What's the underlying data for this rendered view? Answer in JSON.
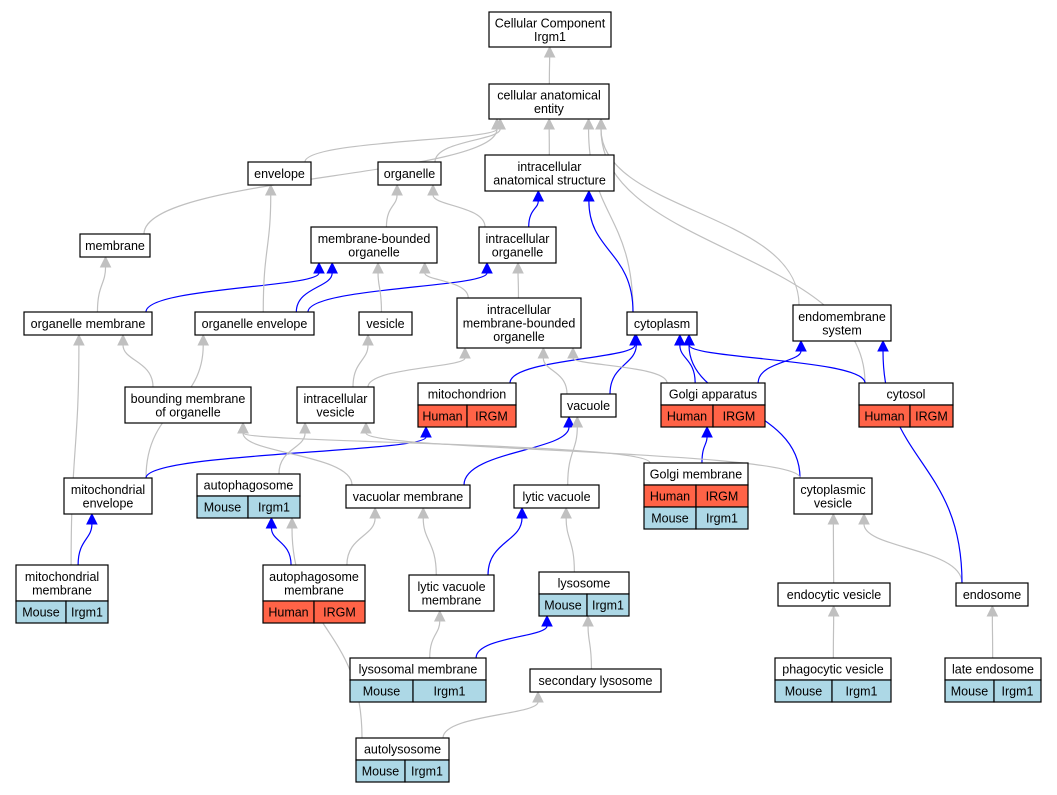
{
  "colors": {
    "human": "#ff6347",
    "mouse": "#add8e6",
    "edge_gray": "#c0c0c0",
    "edge_blue": "#0000ff"
  },
  "nodes": {
    "root": {
      "lines": [
        "Cellular Component",
        "Irgm1"
      ]
    },
    "cae": {
      "lines": [
        "cellular anatomical",
        "entity"
      ]
    },
    "envelope": {
      "lines": [
        "envelope"
      ]
    },
    "organelle": {
      "lines": [
        "organelle"
      ]
    },
    "ias": {
      "lines": [
        "intracellular",
        "anatomical structure"
      ]
    },
    "membrane": {
      "lines": [
        "membrane"
      ]
    },
    "mbo": {
      "lines": [
        "membrane-bounded",
        "organelle"
      ]
    },
    "io": {
      "lines": [
        "intracellular",
        "organelle"
      ]
    },
    "orgmem": {
      "lines": [
        "organelle membrane"
      ]
    },
    "orgenv": {
      "lines": [
        "organelle envelope"
      ]
    },
    "vesicle": {
      "lines": [
        "vesicle"
      ]
    },
    "imbo": {
      "lines": [
        "intracellular",
        "membrane-bounded",
        "organelle"
      ]
    },
    "cytoplasm": {
      "lines": [
        "cytoplasm"
      ]
    },
    "endomem": {
      "lines": [
        "endomembrane",
        "system"
      ]
    },
    "bmo": {
      "lines": [
        "bounding membrane",
        "of organelle"
      ]
    },
    "ivesicle": {
      "lines": [
        "intracellular",
        "vesicle"
      ]
    },
    "mito": {
      "lines": [
        "mitochondrion"
      ],
      "cells": [
        "Human",
        "IRGM"
      ],
      "color": "human"
    },
    "vacuole": {
      "lines": [
        "vacuole"
      ]
    },
    "golgi": {
      "lines": [
        "Golgi apparatus"
      ],
      "cells": [
        "Human",
        "IRGM"
      ],
      "color": "human"
    },
    "cytosol": {
      "lines": [
        "cytosol"
      ],
      "cells": [
        "Human",
        "IRGM"
      ],
      "color": "human"
    },
    "mitoenv": {
      "lines": [
        "mitochondrial",
        "envelope"
      ]
    },
    "autophagosome": {
      "lines": [
        "autophagosome"
      ],
      "cells": [
        "Mouse",
        "Irgm1"
      ],
      "color": "mouse"
    },
    "vacmem": {
      "lines": [
        "vacuolar membrane"
      ]
    },
    "lyticvac": {
      "lines": [
        "lytic vacuole"
      ]
    },
    "golgimem": {
      "lines": [
        "Golgi membrane"
      ],
      "cells": [
        "Human",
        "IRGM"
      ],
      "cells2": [
        "Mouse",
        "Irgm1"
      ],
      "color": "human",
      "color2": "mouse"
    },
    "cytovesicle": {
      "lines": [
        "cytoplasmic",
        "vesicle"
      ]
    },
    "mitomem": {
      "lines": [
        "mitochondrial",
        "membrane"
      ],
      "cells": [
        "Mouse",
        "Irgm1"
      ],
      "color": "mouse"
    },
    "apmem": {
      "lines": [
        "autophagosome",
        "membrane"
      ],
      "cells": [
        "Human",
        "IRGM"
      ],
      "color": "human"
    },
    "lvmem": {
      "lines": [
        "lytic vacuole",
        "membrane"
      ]
    },
    "lysosome": {
      "lines": [
        "lysosome"
      ],
      "cells": [
        "Mouse",
        "Irgm1"
      ],
      "color": "mouse"
    },
    "endocytic": {
      "lines": [
        "endocytic vesicle"
      ]
    },
    "endosome": {
      "lines": [
        "endosome"
      ]
    },
    "lysomem": {
      "lines": [
        "lysosomal membrane"
      ],
      "cells": [
        "Mouse",
        "Irgm1"
      ],
      "color": "mouse"
    },
    "seclyso": {
      "lines": [
        "secondary lysosome"
      ]
    },
    "phago": {
      "lines": [
        "phagocytic vesicle"
      ],
      "cells": [
        "Mouse",
        "Irgm1"
      ],
      "color": "mouse"
    },
    "lateendo": {
      "lines": [
        "late endosome"
      ],
      "cells": [
        "Mouse",
        "Irgm1"
      ],
      "color": "mouse"
    },
    "autolyso": {
      "lines": [
        "autolysosome"
      ],
      "cells": [
        "Mouse",
        "Irgm1"
      ],
      "color": "mouse"
    }
  },
  "edges": [
    {
      "from": "cae",
      "to": "root",
      "color": "gray"
    },
    {
      "from": "ias",
      "to": "cae",
      "color": "gray"
    },
    {
      "from": "envelope",
      "to": "cae",
      "color": "gray"
    },
    {
      "from": "organelle",
      "to": "cae",
      "color": "gray"
    },
    {
      "from": "membrane",
      "to": "cae",
      "color": "gray"
    },
    {
      "from": "cytoplasm",
      "to": "cae",
      "color": "gray"
    },
    {
      "from": "endomem",
      "to": "cae",
      "color": "gray"
    },
    {
      "from": "cytosol",
      "to": "cae",
      "color": "gray"
    },
    {
      "from": "mbo",
      "to": "organelle",
      "color": "gray"
    },
    {
      "from": "io",
      "to": "organelle",
      "color": "gray"
    },
    {
      "from": "io",
      "to": "ias",
      "color": "blue"
    },
    {
      "from": "cytoplasm",
      "to": "ias",
      "color": "blue"
    },
    {
      "from": "orgmem",
      "to": "membrane",
      "color": "gray"
    },
    {
      "from": "orgmem",
      "to": "mbo",
      "color": "blue"
    },
    {
      "from": "orgenv",
      "to": "mbo",
      "color": "blue"
    },
    {
      "from": "orgenv",
      "to": "io",
      "color": "blue"
    },
    {
      "from": "orgenv",
      "to": "envelope",
      "color": "gray"
    },
    {
      "from": "vesicle",
      "to": "mbo",
      "color": "gray"
    },
    {
      "from": "imbo",
      "to": "mbo",
      "color": "gray"
    },
    {
      "from": "imbo",
      "to": "io",
      "color": "gray"
    },
    {
      "from": "bmo",
      "to": "orgmem",
      "color": "gray"
    },
    {
      "from": "ivesicle",
      "to": "vesicle",
      "color": "gray"
    },
    {
      "from": "ivesicle",
      "to": "imbo",
      "color": "gray"
    },
    {
      "from": "mito",
      "to": "cytoplasm",
      "color": "blue"
    },
    {
      "from": "vacuole",
      "to": "imbo",
      "color": "gray"
    },
    {
      "from": "vacuole",
      "to": "cytoplasm",
      "color": "blue"
    },
    {
      "from": "golgi",
      "to": "imbo",
      "color": "gray"
    },
    {
      "from": "golgi",
      "to": "cytoplasm",
      "color": "blue"
    },
    {
      "from": "golgi",
      "to": "endomem",
      "color": "blue"
    },
    {
      "from": "cytosol",
      "to": "cytoplasm",
      "color": "blue"
    },
    {
      "from": "mitoenv",
      "to": "orgenv",
      "color": "gray"
    },
    {
      "from": "mitoenv",
      "to": "mito",
      "color": "blue"
    },
    {
      "from": "autophagosome",
      "to": "ivesicle",
      "color": "gray"
    },
    {
      "from": "vacmem",
      "to": "bmo",
      "color": "gray"
    },
    {
      "from": "vacmem",
      "to": "vacuole",
      "color": "blue"
    },
    {
      "from": "lyticvac",
      "to": "vacuole",
      "color": "gray"
    },
    {
      "from": "golgimem",
      "to": "golgi",
      "color": "blue"
    },
    {
      "from": "golgimem",
      "to": "bmo",
      "color": "gray"
    },
    {
      "from": "cytovesicle",
      "to": "cytoplasm",
      "color": "blue"
    },
    {
      "from": "cytovesicle",
      "to": "ivesicle",
      "color": "gray"
    },
    {
      "from": "mitomem",
      "to": "mitoenv",
      "color": "blue"
    },
    {
      "from": "mitomem",
      "to": "orgmem",
      "color": "gray"
    },
    {
      "from": "apmem",
      "to": "autophagosome",
      "color": "blue"
    },
    {
      "from": "apmem",
      "to": "vacmem",
      "color": "gray"
    },
    {
      "from": "lvmem",
      "to": "vacmem",
      "color": "gray"
    },
    {
      "from": "lvmem",
      "to": "lyticvac",
      "color": "blue"
    },
    {
      "from": "lysosome",
      "to": "lyticvac",
      "color": "gray"
    },
    {
      "from": "endocytic",
      "to": "cytovesicle",
      "color": "gray"
    },
    {
      "from": "endosome",
      "to": "cytovesicle",
      "color": "gray"
    },
    {
      "from": "endosome",
      "to": "endomem",
      "color": "blue"
    },
    {
      "from": "lysomem",
      "to": "lvmem",
      "color": "gray"
    },
    {
      "from": "lysomem",
      "to": "lysosome",
      "color": "blue"
    },
    {
      "from": "seclyso",
      "to": "lysosome",
      "color": "gray"
    },
    {
      "from": "phago",
      "to": "endocytic",
      "color": "gray"
    },
    {
      "from": "lateendo",
      "to": "endosome",
      "color": "gray"
    },
    {
      "from": "autolyso",
      "to": "seclyso",
      "color": "gray"
    },
    {
      "from": "autolyso",
      "to": "autophagosome",
      "color": "gray"
    }
  ]
}
